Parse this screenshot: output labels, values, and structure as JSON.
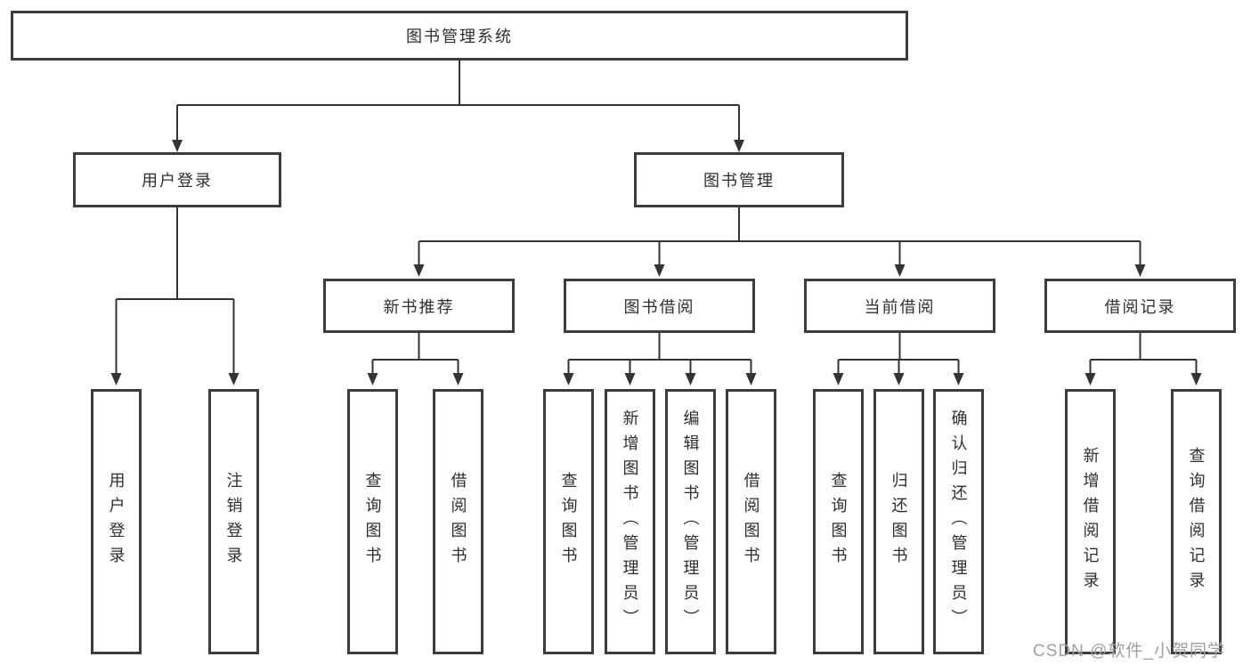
{
  "diagram_title": "图书管理系统",
  "watermark": "CSDN @软件_小贺同学",
  "colors": {
    "line": "#333333",
    "box_border": "#3c3c3c",
    "box_fill": "#ffffff",
    "text": "#2e2e2e",
    "watermark_text": "#a0a0a0",
    "background": "#ffffff"
  },
  "tree": {
    "label": "图书管理系统",
    "children": [
      {
        "label": "用户登录",
        "children": [
          {
            "label": "用户登录"
          },
          {
            "label": "注销登录"
          }
        ]
      },
      {
        "label": "图书管理",
        "children": [
          {
            "label": "新书推荐",
            "children": [
              {
                "label": "查询图书"
              },
              {
                "label": "借阅图书"
              }
            ]
          },
          {
            "label": "图书借阅",
            "children": [
              {
                "label": "查询图书"
              },
              {
                "label": "新增图书（管理员）"
              },
              {
                "label": "编辑图书（管理员）"
              },
              {
                "label": "借阅图书"
              }
            ]
          },
          {
            "label": "当前借阅",
            "children": [
              {
                "label": "查询图书"
              },
              {
                "label": "归还图书"
              },
              {
                "label": "确认归还（管理员）"
              }
            ]
          },
          {
            "label": "借阅记录",
            "children": [
              {
                "label": "新增借阅记录"
              },
              {
                "label": "查询借阅记录"
              }
            ]
          }
        ]
      }
    ]
  }
}
